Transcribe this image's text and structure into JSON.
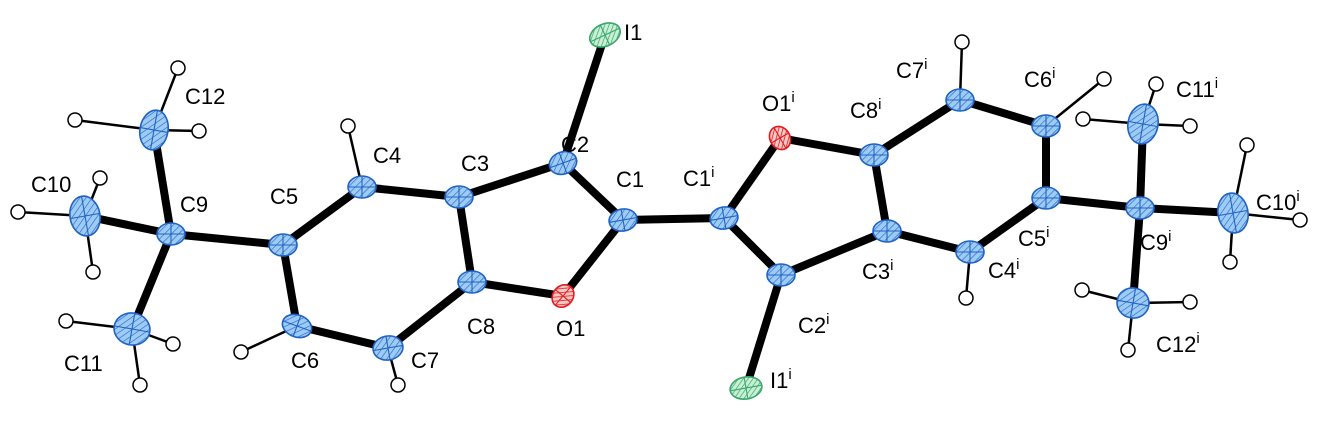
{
  "colors": {
    "background": "#ffffff",
    "bond": "#000000",
    "carbon": "#9ecbf4",
    "carbon_edge": "#1f63c6",
    "oxygen": "#e51b1b",
    "iodine": "#9fe0b6",
    "hydrogen": "#ffffff"
  },
  "atoms": [
    {
      "label": "I1",
      "sup": "",
      "element": "I"
    },
    {
      "label": "C2",
      "sup": "",
      "element": "C"
    },
    {
      "label": "C3",
      "sup": "",
      "element": "C"
    },
    {
      "label": "C1",
      "sup": "",
      "element": "C"
    },
    {
      "label": "C4",
      "sup": "",
      "element": "C"
    },
    {
      "label": "C5",
      "sup": "",
      "element": "C"
    },
    {
      "label": "C6",
      "sup": "",
      "element": "C"
    },
    {
      "label": "C7",
      "sup": "",
      "element": "C"
    },
    {
      "label": "C8",
      "sup": "",
      "element": "C"
    },
    {
      "label": "O1",
      "sup": "",
      "element": "O"
    },
    {
      "label": "C9",
      "sup": "",
      "element": "C"
    },
    {
      "label": "C10",
      "sup": "",
      "element": "C"
    },
    {
      "label": "C11",
      "sup": "",
      "element": "C"
    },
    {
      "label": "C12",
      "sup": "",
      "element": "C"
    },
    {
      "label": "C1",
      "sup": "i",
      "element": "C"
    },
    {
      "label": "O1",
      "sup": "i",
      "element": "O"
    },
    {
      "label": "C8",
      "sup": "i",
      "element": "C"
    },
    {
      "label": "C7",
      "sup": "i",
      "element": "C"
    },
    {
      "label": "C6",
      "sup": "i",
      "element": "C"
    },
    {
      "label": "C5",
      "sup": "i",
      "element": "C"
    },
    {
      "label": "C4",
      "sup": "i",
      "element": "C"
    },
    {
      "label": "C3",
      "sup": "i",
      "element": "C"
    },
    {
      "label": "C2",
      "sup": "i",
      "element": "C"
    },
    {
      "label": "I1",
      "sup": "i",
      "element": "I"
    },
    {
      "label": "C9",
      "sup": "i",
      "element": "C"
    },
    {
      "label": "C10",
      "sup": "i",
      "element": "C"
    },
    {
      "label": "C11",
      "sup": "i",
      "element": "C"
    },
    {
      "label": "C12",
      "sup": "i",
      "element": "C"
    }
  ]
}
